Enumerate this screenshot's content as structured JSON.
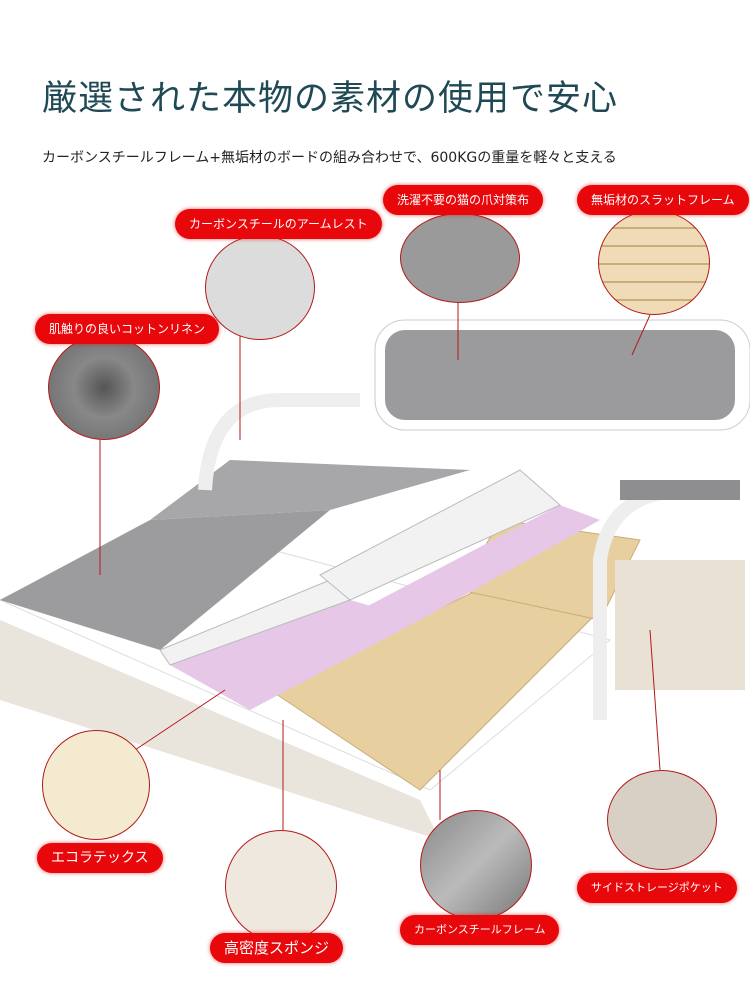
{
  "header": {
    "title": "厳選された本物の素材の使用で安心",
    "subtitle": "カーボンスチールフレーム+無垢材のボードの組み合わせで、600KGの重量を軽々と支える"
  },
  "labels": {
    "armrest": "カーボンスチールのアームレスト",
    "fabric": "洗濯不要の猫の爪対策布",
    "slats": "無垢材のスラットフレーム",
    "linen": "肌触りの良いコットンリネン",
    "latex": "エコラテックス",
    "sponge": "高密度スポンジ",
    "steel": "カーボンスチールフレーム",
    "pocket": "サイドストレージポケット"
  },
  "colors": {
    "label": "#e8080c",
    "title": "#1f4a55"
  }
}
